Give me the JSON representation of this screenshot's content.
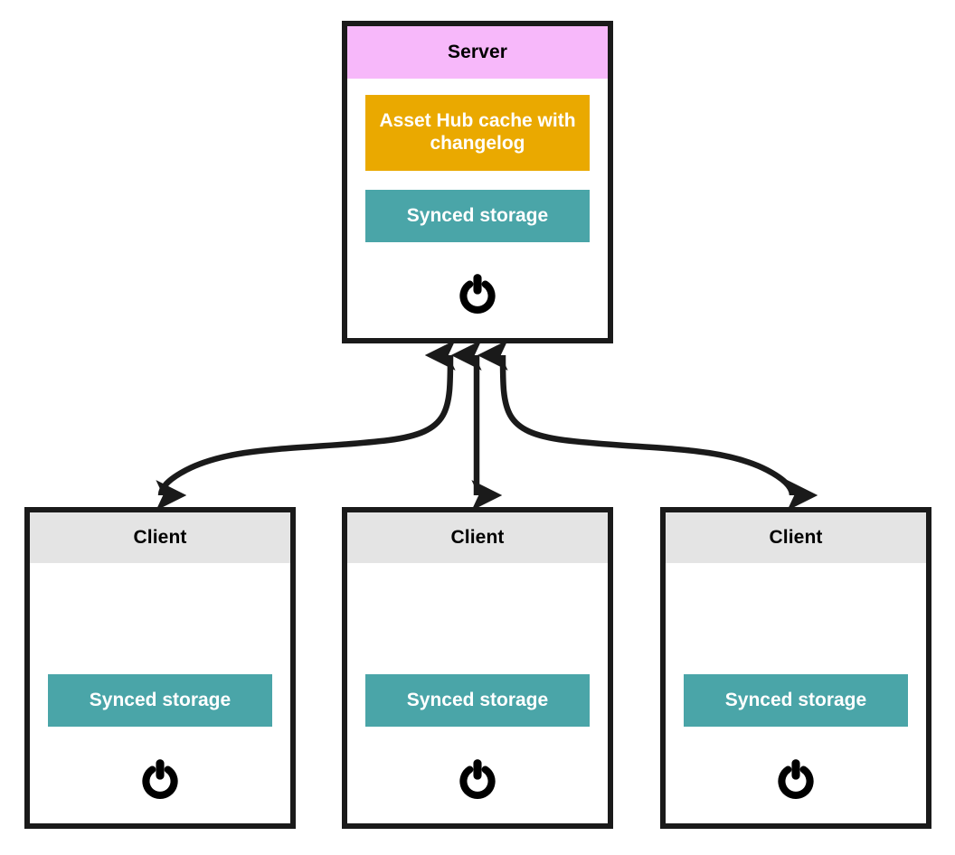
{
  "diagram": {
    "type": "client-server-sync-architecture",
    "background_color": "#ffffff",
    "stroke_color": "#1a1a1a",
    "palette": {
      "server_header": "#f7b8fa",
      "cache_block": "#eaa900",
      "synced_storage_block": "#4aa5a8",
      "client_header": "#e4e4e4",
      "box_border": "#1a1a1a",
      "block_text": "#ffffff",
      "header_text": "#000000"
    },
    "server": {
      "title": "Server",
      "blocks": [
        {
          "label": "Asset Hub cache with changelog",
          "color": "#eaa900"
        },
        {
          "label": "Synced storage",
          "color": "#4aa5a8"
        }
      ],
      "icon": "power-icon"
    },
    "clients": [
      {
        "title": "Client",
        "blocks": [
          {
            "label": "Synced storage",
            "color": "#4aa5a8"
          }
        ],
        "icon": "power-icon"
      },
      {
        "title": "Client",
        "blocks": [
          {
            "label": "Synced storage",
            "color": "#4aa5a8"
          }
        ],
        "icon": "power-icon"
      },
      {
        "title": "Client",
        "blocks": [
          {
            "label": "Synced storage",
            "color": "#4aa5a8"
          }
        ],
        "icon": "power-icon"
      }
    ],
    "connections": [
      {
        "from": "server",
        "to": "client-1",
        "style": "curved",
        "arrowheads": "both"
      },
      {
        "from": "server",
        "to": "client-2",
        "style": "straight",
        "arrowheads": "both"
      },
      {
        "from": "server",
        "to": "client-3",
        "style": "curved",
        "arrowheads": "both"
      }
    ]
  }
}
